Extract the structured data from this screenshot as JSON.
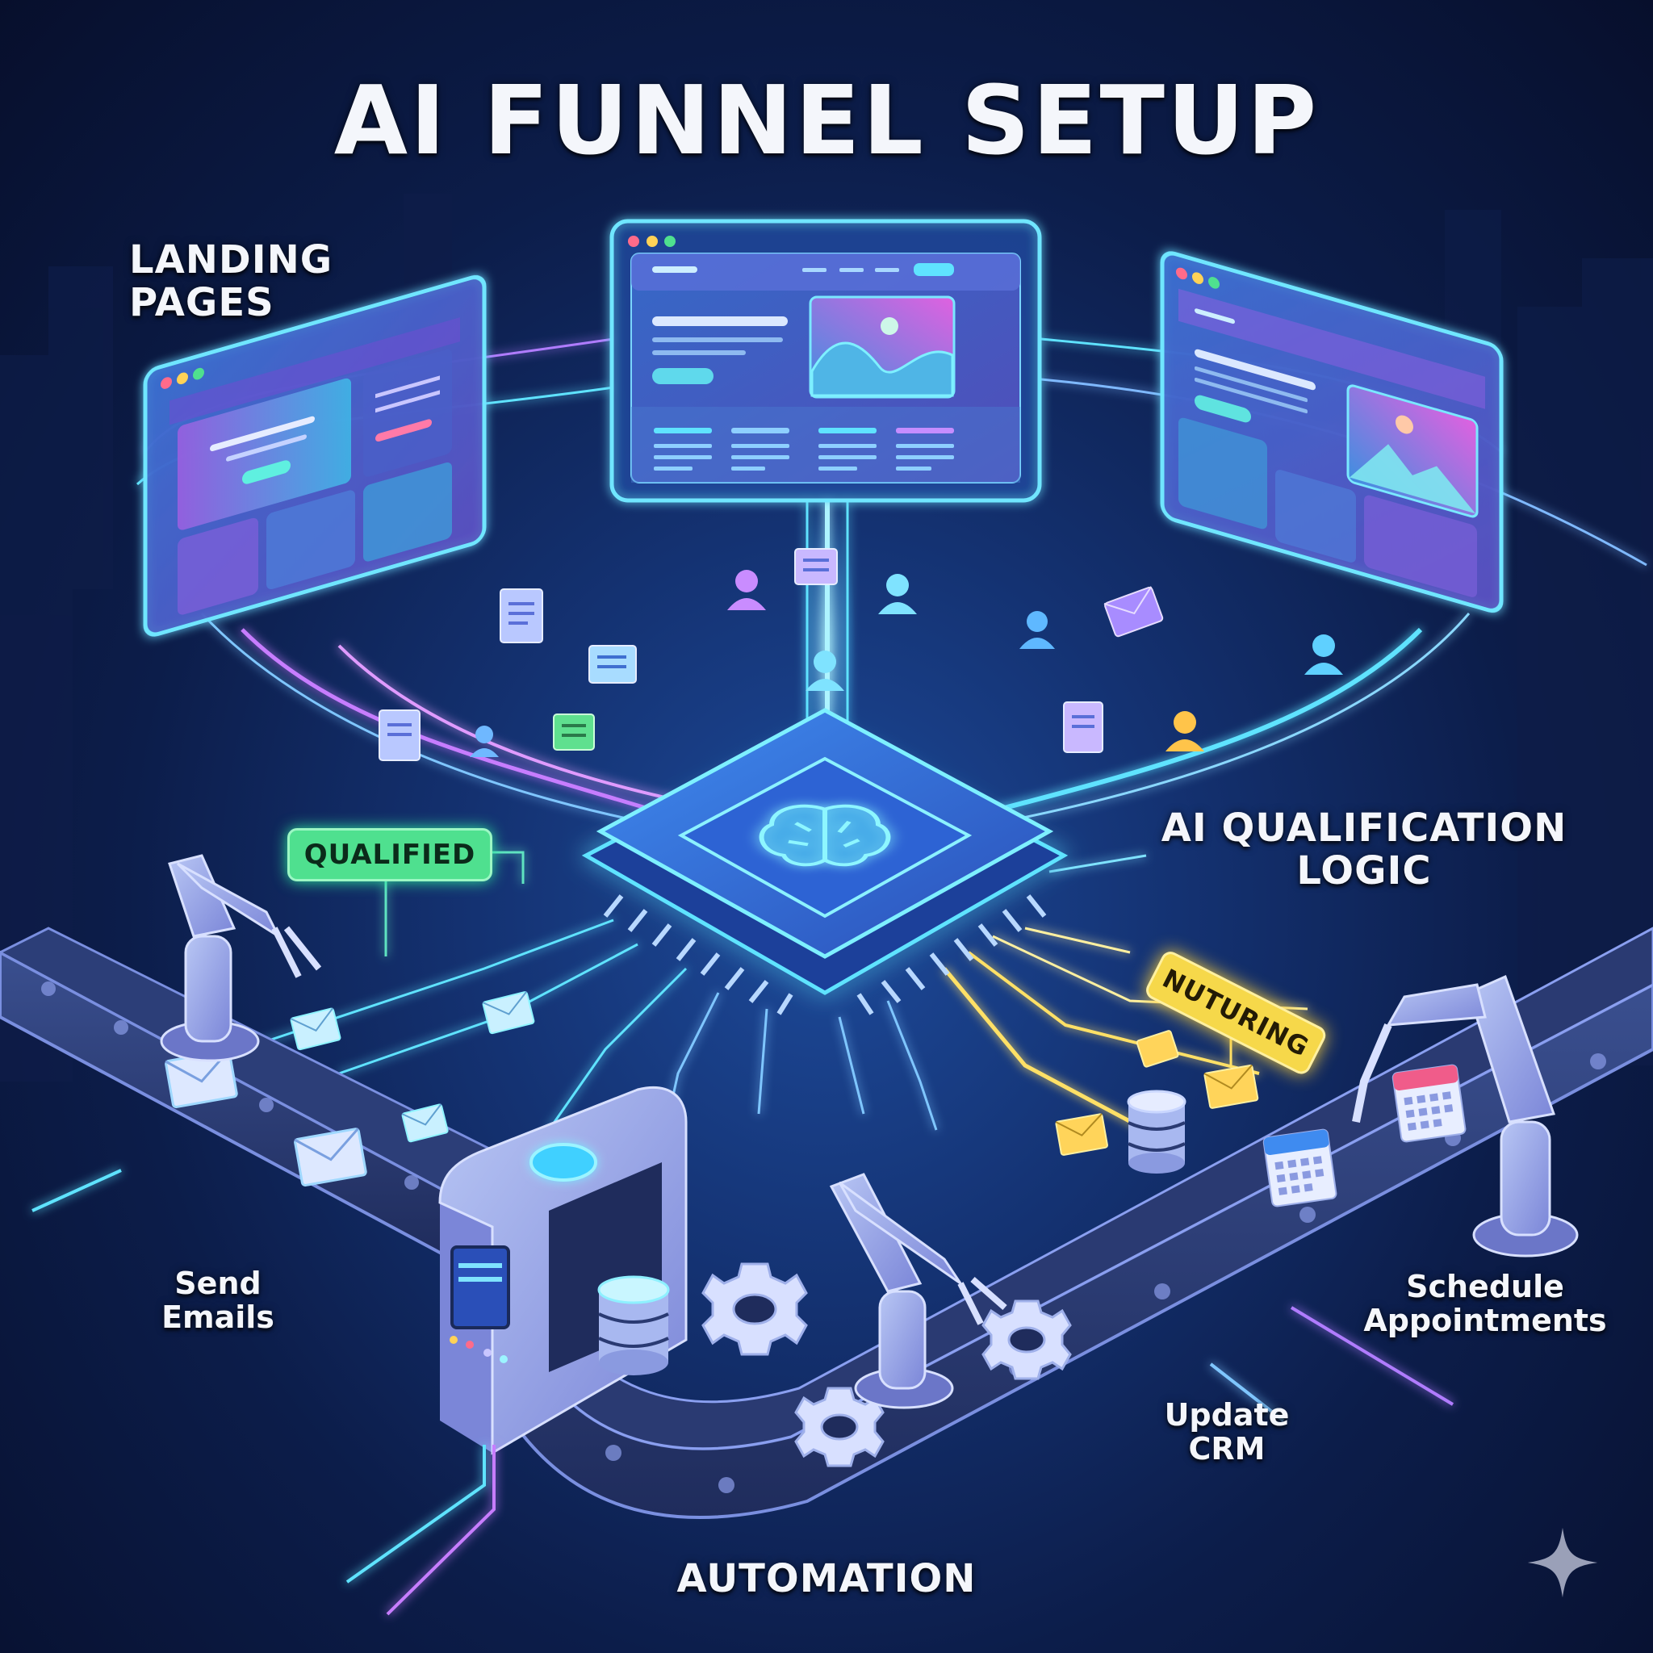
{
  "title": "AI FUNNEL SETUP",
  "labels": {
    "landing_pages": [
      "LANDING",
      "PAGES"
    ],
    "ai_qualification_logic": [
      "AI QUALIFICATION",
      "LOGIC"
    ],
    "send_emails": [
      "Send",
      "Emails"
    ],
    "schedule_appointments": [
      "Schedule",
      "Appointments"
    ],
    "update_crm": [
      "Update",
      "CRM"
    ],
    "automation": "AUTOMATION"
  },
  "badges": {
    "qualified": "QUALIFIED",
    "nurturing": "NUTURING"
  },
  "colors": {
    "background": "#0c1d4a",
    "glow_cyan": "#5fe3ff",
    "glow_purple": "#b07cff",
    "qualified_green": "#4fe08f",
    "nurturing_yellow": "#f6d84a",
    "chip_blue": "#2f6fd6",
    "machine_lavender": "#9fb0ea"
  },
  "icons": [
    "browser-window-icon",
    "brain-chip-icon",
    "user-icon",
    "document-icon",
    "envelope-icon",
    "calendar-icon",
    "database-icon",
    "gear-icon",
    "robot-arm-icon",
    "sparkle-icon"
  ]
}
